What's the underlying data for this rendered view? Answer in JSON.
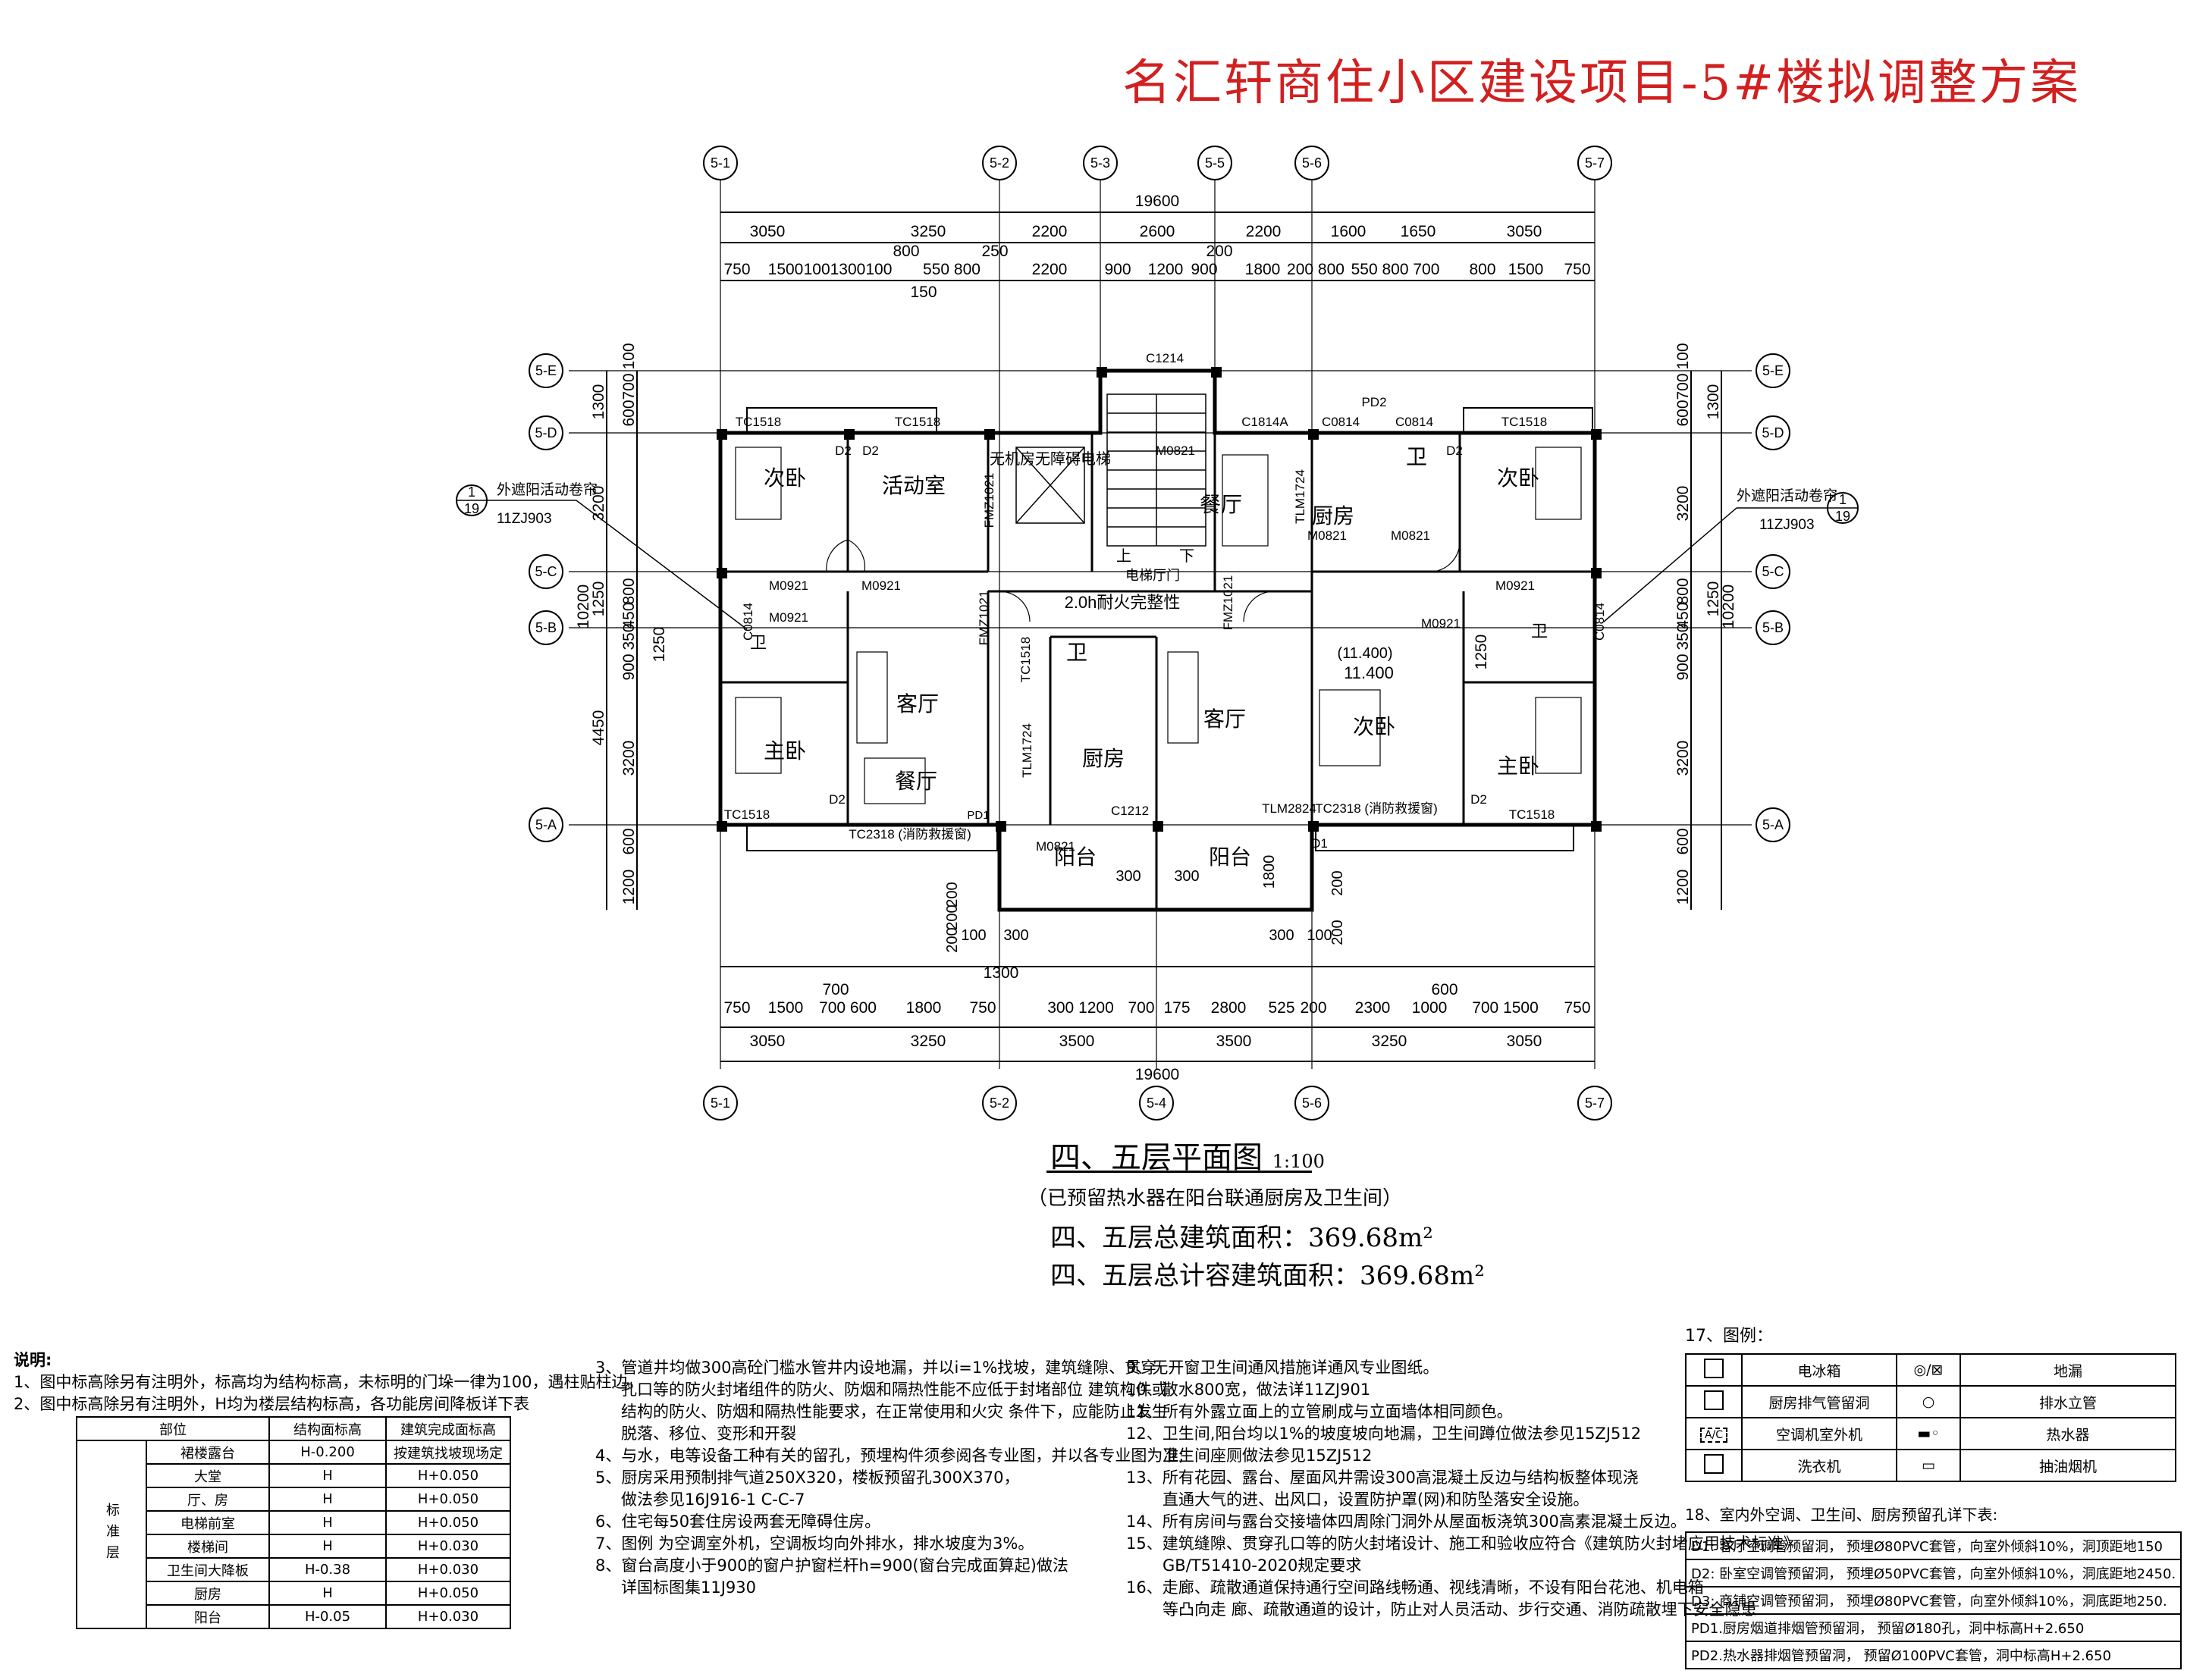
{
  "title": "名汇轩商住小区建设项目-5#楼拟调整方案",
  "plan": {
    "name": "四、五层平面图",
    "scale": "1:100",
    "note": "（已预留热水器在阳台联通厨房及卫生间）",
    "area_total": "四、五层总建筑面积：369.68m²",
    "area_far": "四、五层总计容建筑面积：369.68m²"
  },
  "axes": {
    "top": [
      "5-1",
      "5-2",
      "5-3",
      "5-5",
      "5-6",
      "5-7"
    ],
    "bottom": [
      "5-1",
      "5-2",
      "5-4",
      "5-6",
      "5-7"
    ],
    "left": [
      "5-E",
      "5-D",
      "5-C",
      "5-B",
      "5-A"
    ],
    "right": [
      "5-E",
      "5-D",
      "5-C",
      "5-B",
      "5-A"
    ]
  },
  "dims": {
    "total": "19600",
    "top1": [
      "3050",
      "3250",
      "2200",
      "2600",
      "2200",
      "1600",
      "1650",
      "3050"
    ],
    "top2": [
      "750",
      "1500",
      "1001300100",
      "800",
      "550 800",
      "250",
      "2200",
      "900",
      "1200",
      "900",
      "200",
      "1800",
      "200 800",
      "550 800 700",
      "800",
      "1500",
      "750"
    ],
    "top2b": [
      "150"
    ],
    "bot1": [
      "750",
      "1500",
      "700 600",
      "1800",
      "750",
      "300 1200",
      "700",
      "175",
      "2800",
      "525",
      "200",
      "2300",
      "1000",
      "700 1500",
      "750"
    ],
    "bot2": [
      "3050",
      "3250",
      "3500",
      "3500",
      "3250",
      "3050"
    ],
    "bot_extra": [
      "700",
      "1300",
      "600"
    ],
    "left_total": "10200",
    "left1": [
      "100",
      "700",
      "600",
      "1300",
      "3200",
      "800",
      "450",
      "350",
      "900",
      "4450",
      "3200",
      "600",
      "1200"
    ],
    "left2": [
      "1250",
      "1250"
    ],
    "right_total": "10200",
    "right1": [
      "100",
      "700",
      "600",
      "1300",
      "3200",
      "800",
      "450",
      "350",
      "900",
      "3200",
      "600",
      "1200"
    ],
    "right2": [
      "1250",
      "1250"
    ],
    "balcony": [
      "300",
      "300",
      "200",
      "200",
      "1800",
      "200",
      "100",
      "300",
      "300",
      "100",
      "200",
      "200"
    ]
  },
  "rooms": {
    "bedroom2_l": "次卧",
    "activity": "活动室",
    "machine": "无机房无障碍电梯",
    "dining_r": "餐厅",
    "kitchen_r": "厨房",
    "bath_r": "卫",
    "bedroom2_r": "次卧",
    "living_l": "客厅",
    "dining_l": "餐厅",
    "master_l": "主卧",
    "bath_c": "卫",
    "kitchen_c": "厨房",
    "living_c": "客厅",
    "bedroom_c": "次卧",
    "master_r": "主卧",
    "balcony1": "阳台",
    "balcony2": "阳台",
    "bath_lb": "卫",
    "bath_rb": "卫",
    "stair_up": "上",
    "stair_down": "下",
    "elev_note": "电梯厅门",
    "fire_wall": "2.0h耐火完整性",
    "level": "11.400",
    "level_paren": "(11.400)"
  },
  "labels": {
    "c1214": "C1214",
    "c1814a": "C1814A",
    "c0814a": "C0814",
    "c0814b": "C0814",
    "tc1518a": "TC1518",
    "tc1518b": "TC1518",
    "tc1518c": "TC1518",
    "tc1518d": "TC1518",
    "tc1518e": "TC1518",
    "tc1518f": "TC1518",
    "m0921a": "M0921",
    "m0921b": "M0921",
    "m0921c": "M0921",
    "m0921d": "M0921",
    "m0921e": "M0921",
    "m0821a": "M0821",
    "m0821b": "M0821",
    "m0821c": "M0821",
    "m0821d": "M0821",
    "fmz1": "FMZ1021",
    "fmz2": "FMZ1021",
    "fmz3": "FMZ1021",
    "tlm1": "TLM1724",
    "tlm2": "TLM1724",
    "tlm3": "TLM2824",
    "c1212": "C1212",
    "tc2318a": "TC2318 (消防救援窗)",
    "tc2318b": "TC2318 (消防救援窗)",
    "c0814l": "C0814",
    "c0814r": "C0814",
    "pd1": "PD1",
    "pd2": "PD2",
    "d1": "D1",
    "d2a": "D2",
    "d2b": "D2",
    "d2c": "D2",
    "d2d": "D2",
    "d2e": "D2",
    "ext_l": "外遮阳活动卷帘",
    "ext_l_ref": "11ZJ903",
    "ext_r": "外遮阳活动卷帘",
    "ext_r_ref": "11ZJ903",
    "idx_top": "1",
    "idx_bot": "19"
  },
  "notes": {
    "heading": "说明:",
    "col1": [
      "1、图中标高除另有注明外，标高均为结构标高，未标明的门垛一律为100，遇柱贴柱边。",
      "2、图中标高除另有注明外，H均为楼层结构标高，各功能房间降板详下表"
    ],
    "col2": [
      "3、管道井均做300高砼门槛水管井内设地漏，并以i=1%找坡，建筑缝隙、贯穿",
      "孔口等的防火封堵组件的防火、防烟和隔热性能不应低于封堵部位 建筑构件或",
      "结构的防火、防烟和隔热性能要求，在正常使用和火灾 条件下，应能防止发生",
      "脱落、移位、变形和开裂",
      "4、与水，电等设备工种有关的留孔，预埋构件须参阅各专业图，并以各专业图为准;",
      "5、厨房采用预制排气道250X320，楼板预留孔300X370，",
      "做法参见16J916-1  C-C-7",
      "6、住宅每50套住房设两套无障碍住房。",
      "7、图例        为空调室外机，空调板均向外排水，排水坡度为3%。",
      "8、窗台高度小于900的窗户护窗栏杆h=900(窗台完成面算起)做法",
      "详国标图集11J930"
    ],
    "col3": [
      "9、无开窗卫生间通风措施详通风专业图纸。",
      "10、散水800宽，做法详11ZJ901",
      "11、所有外露立面上的立管刷成与立面墙体相同颜色。",
      "12、卫生间,阳台均以1%的坡度坡向地漏，卫生间蹲位做法参见15ZJ512",
      "卫生间座厕做法参见15ZJ512",
      "13、所有花园、露台、屋面风井需设300高混凝土反边与结构板整体现浇",
      "直通大气的进、出风口，设置防护罩(网)和防坠落安全设施。",
      "14、所有房间与露台交接墙体四周除门洞外从屋面板浇筑300高素混凝土反边。",
      "15、建筑缝隙、贯穿孔口等的防火封堵设计、施工和验收应符合《建筑防火封堵应用技术标准》",
      "GB/T51410-2020规定要求",
      "16、走廊、疏散通道保持通行空间路线畅通、视线清晰，不设有阳台花池、机电箱",
      "等凸向走 廊、疏散通道的设计，防止对人员活动、步行交通、消防疏散埋下安全隐患"
    ]
  },
  "height_table": {
    "headers": [
      "部位",
      "结构面标高",
      "建筑完成面标高"
    ],
    "group": "标准层",
    "rows": [
      [
        "裙楼露台",
        "H-0.200",
        "按建筑找坡现场定"
      ],
      [
        "大堂",
        "H",
        "H+0.050"
      ],
      [
        "厅、房",
        "H",
        "H+0.050"
      ],
      [
        "电梯前室",
        "H",
        "H+0.050"
      ],
      [
        "楼梯间",
        "H",
        "H+0.030"
      ],
      [
        "卫生间大降板",
        "H-0.38",
        "H+0.030"
      ],
      [
        "厨房",
        "H",
        "H+0.050"
      ],
      [
        "阳台",
        "H-0.05",
        "H+0.030"
      ]
    ]
  },
  "legend": {
    "heading": "17、图例：",
    "rows": [
      [
        "电冰箱",
        "地漏"
      ],
      [
        "厨房排气管留洞",
        "排水立管"
      ],
      [
        "空调机室外机",
        "热水器"
      ],
      [
        "洗衣机",
        "抽油烟机"
      ]
    ],
    "ac_sym": "A/C"
  },
  "reserve": {
    "heading": "18、室内外空调、卫生间、厨房预留孔详下表:",
    "rows": [
      "D1: 客厅空调管预留洞， 预埋Ø80PVC套管，向室外倾斜10%，洞顶距地150",
      "D2: 卧室空调管预留洞， 预埋Ø50PVC套管，向室外倾斜10%，洞底距地2450.",
      "D3: 商铺空调管预留洞， 预埋Ø80PVC套管，向室外倾斜10%，洞底距地250.",
      "PD1.厨房烟道排烟管预留洞， 预留Ø180孔，洞中标高H+2.650",
      "PD2.热水器排烟管预留洞， 预留Ø100PVC套管，洞中标高H+2.650"
    ]
  }
}
